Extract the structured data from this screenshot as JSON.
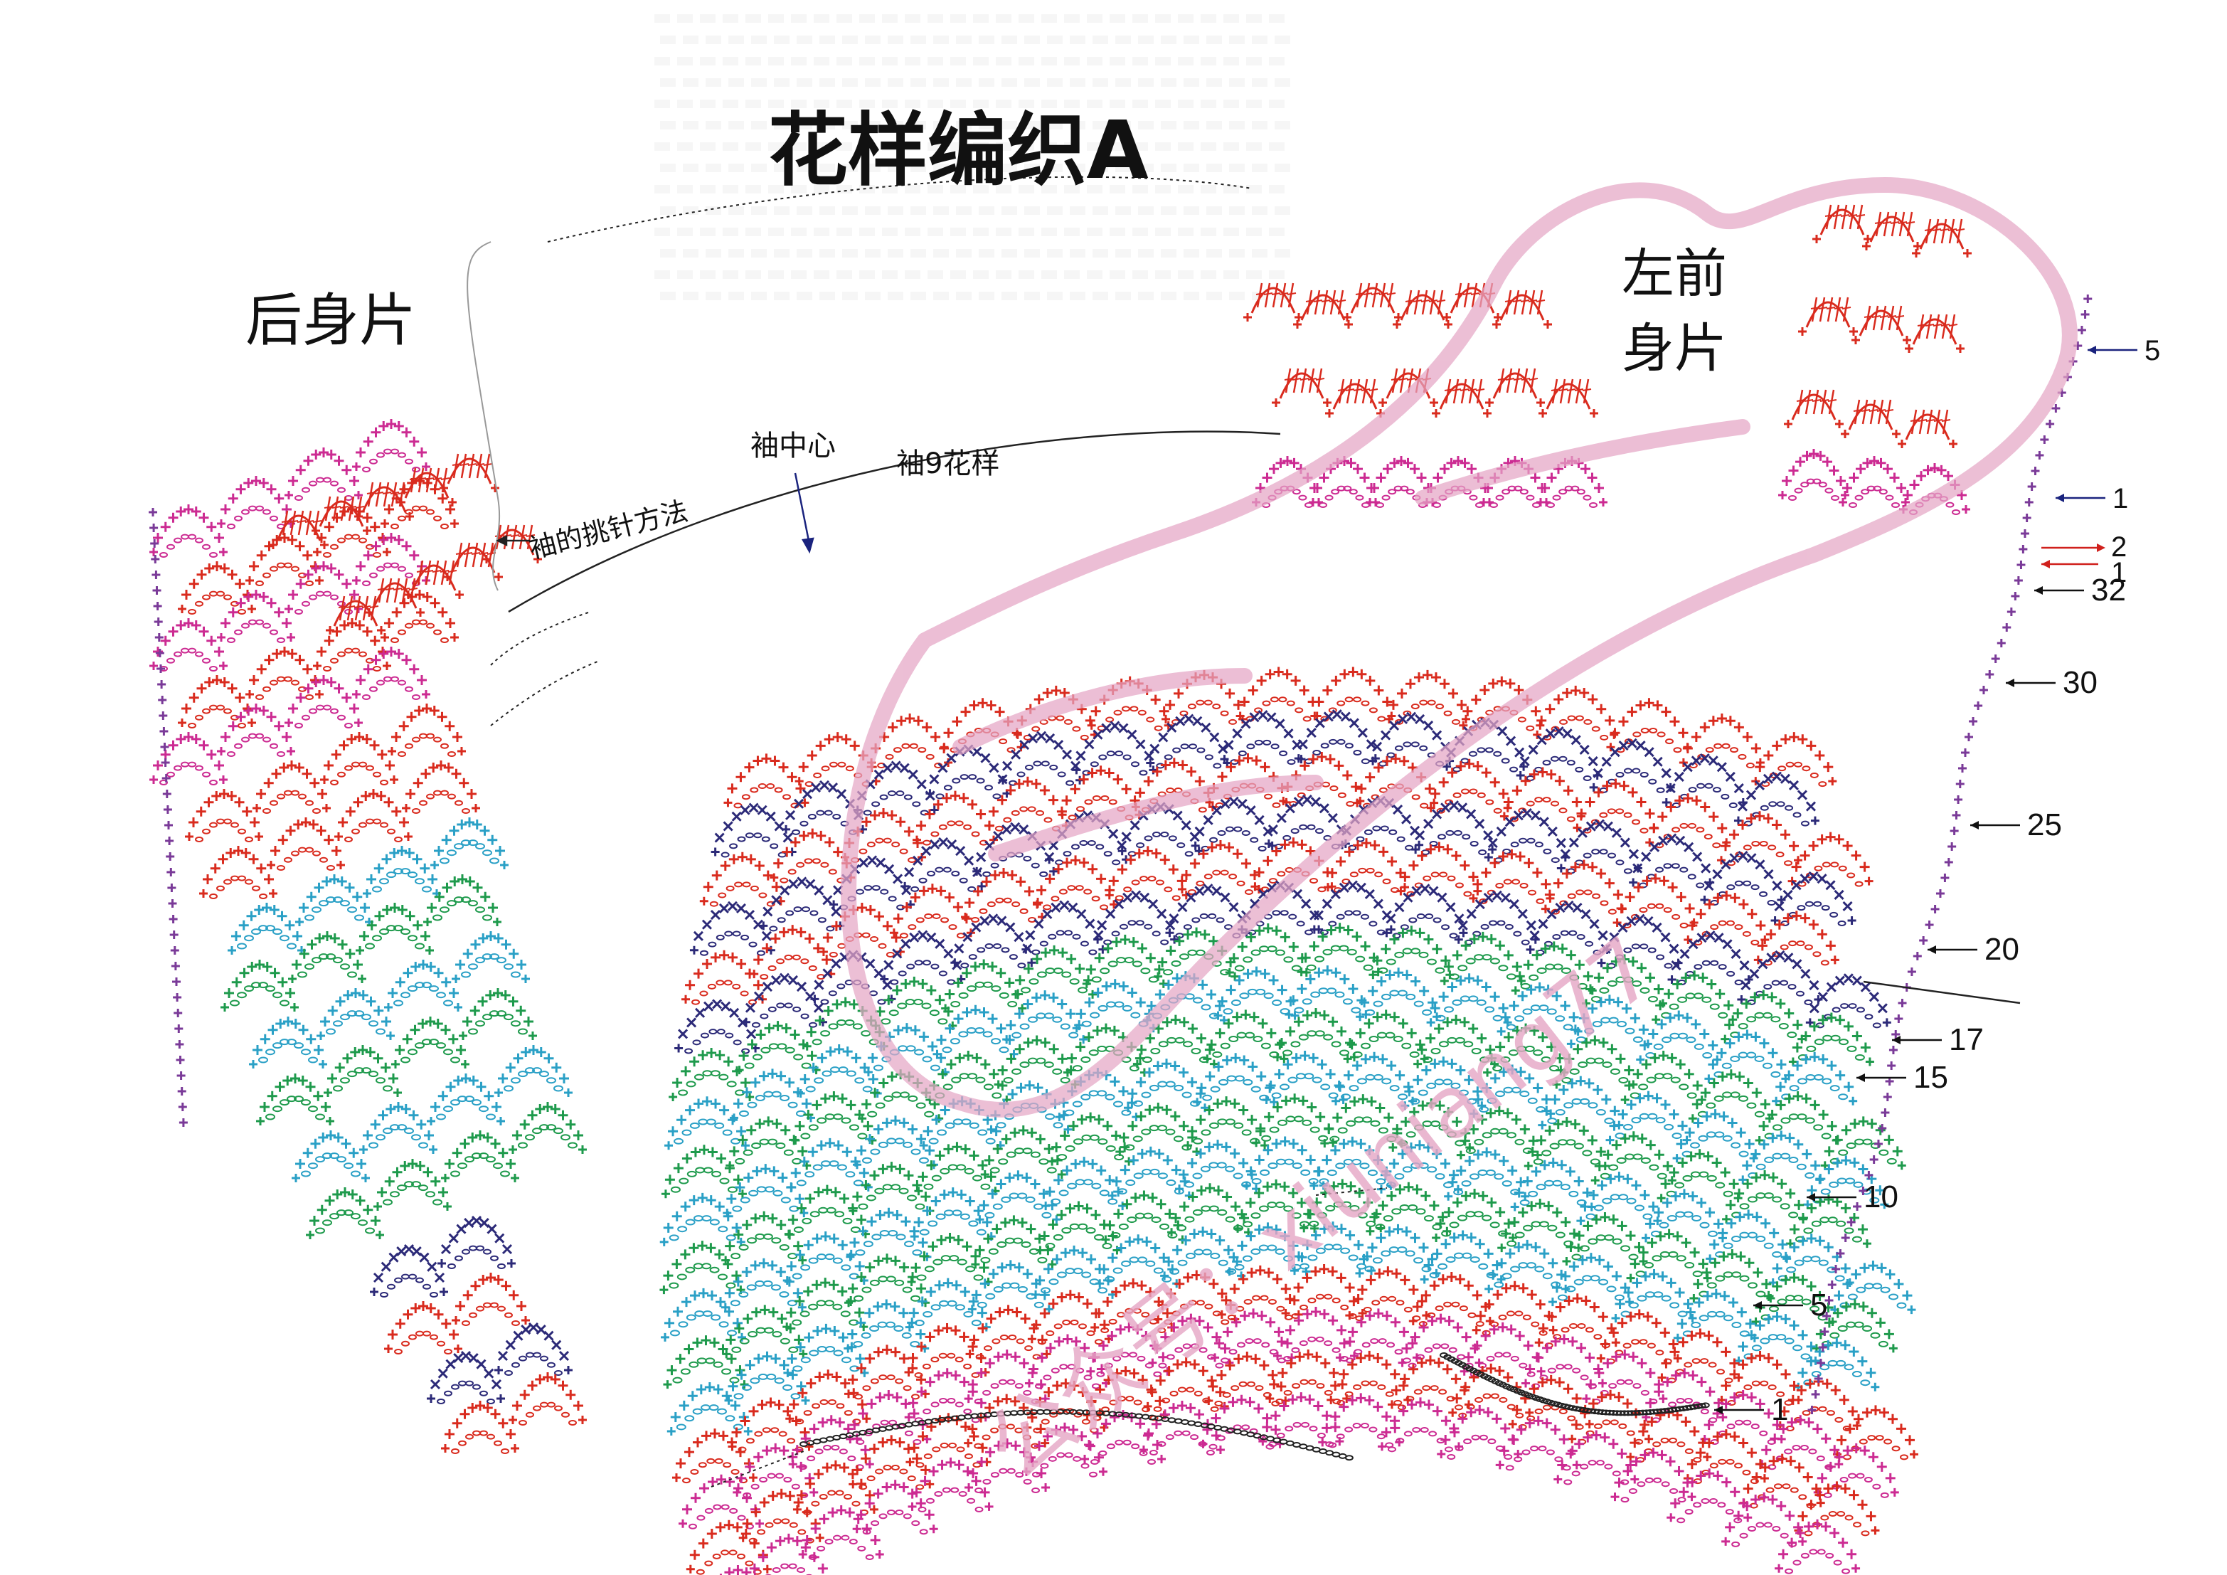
{
  "title": "花样编织A",
  "labels": {
    "back": "后身片",
    "left_front_line1": "左前",
    "left_front_line2": "身片",
    "sleeve_pickup": "袖的挑针方法",
    "sleeve_center": "袖中心",
    "sleeve_pattern": "袖9花样"
  },
  "row_markers": {
    "yoke_top": [
      "5",
      "1"
    ],
    "red_pair": [
      "2",
      "1"
    ],
    "body": [
      "32",
      "30",
      "25",
      "20",
      "17",
      "15",
      "10",
      "5",
      "1"
    ]
  },
  "watermark": {
    "text": "公众号：xiuniang77"
  },
  "colors": {
    "magenta": "#cc2b92",
    "red": "#d92b1e",
    "cyan": "#2aa0c6",
    "green": "#1e9a4c",
    "navy": "#2c2a78",
    "purple": "#7a3a98",
    "chain": "#222222",
    "watermark": "#e5a6c5",
    "marker_blue": "#1a237e",
    "marker_red": "#d0201c"
  }
}
